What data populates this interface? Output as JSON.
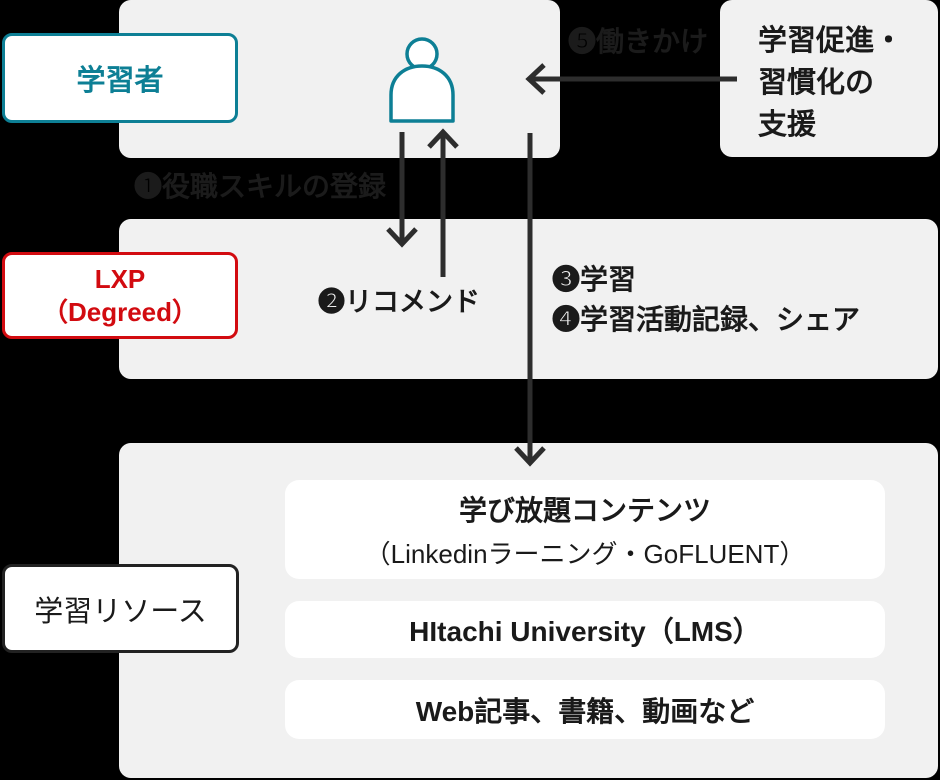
{
  "colors": {
    "background": "#000000",
    "panel_gray": "#f1f1f1",
    "card_white": "#ffffff",
    "teal_accent": "#0d7f95",
    "red_accent": "#d20b10",
    "text_dark": "#1a1a1a",
    "arrow": "#2d2d2d"
  },
  "actors": {
    "learner_label": "学習者",
    "lxp_label_line1": "LXP",
    "lxp_label_line2": "（Degreed）",
    "resources_label": "学習リソース"
  },
  "support_box": {
    "line1": "学習促進・",
    "line2": "習慣化の",
    "line3": "支援"
  },
  "flows": {
    "step1": "❶役職スキルの登録",
    "step2": "❷リコメンド",
    "step3": "❸学習",
    "step4": "❹学習活動記録、シェア",
    "step5": "❺働きかけ"
  },
  "resources": {
    "card1_line1": "学び放題コンテンツ",
    "card1_line2": "（Linkedinラーニング・GoFLUENT）",
    "card2": "HItachi University（LMS）",
    "card3": "Web記事、書籍、動画など"
  },
  "icons": {
    "person": "person-icon"
  }
}
